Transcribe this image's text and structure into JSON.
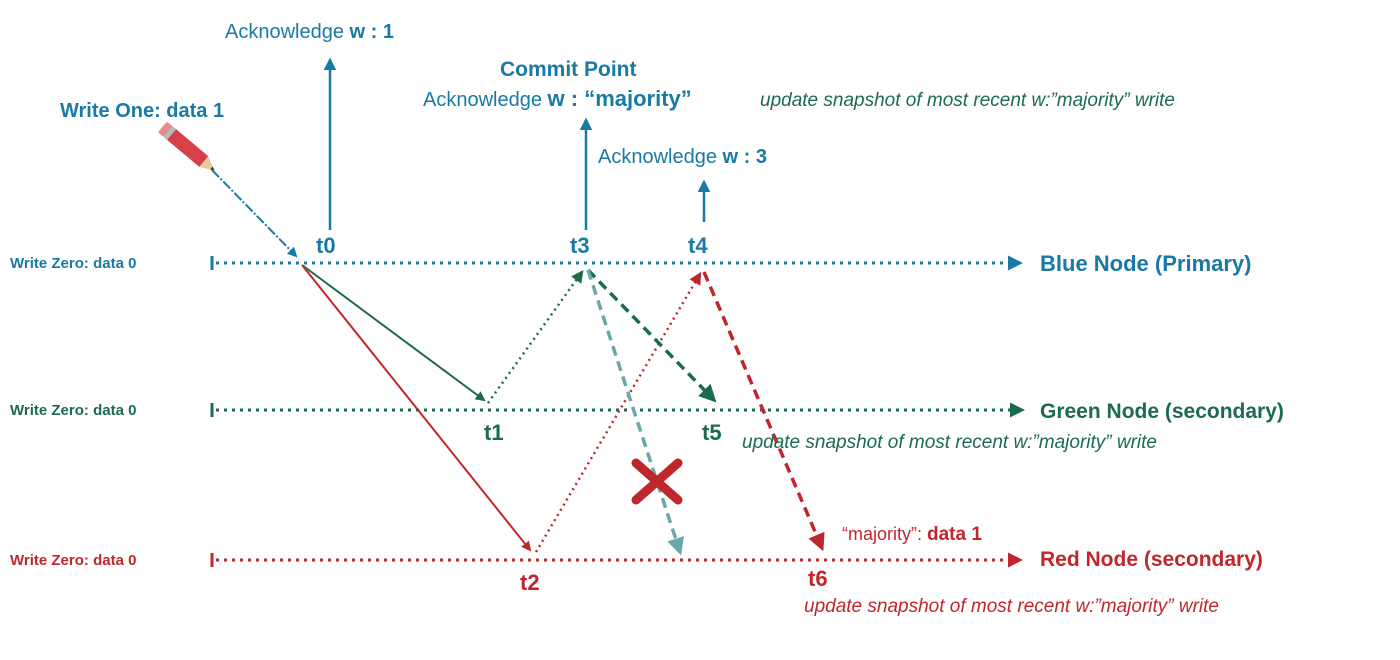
{
  "colors": {
    "blue": "#1a7aa6",
    "green": "#1c6b4f",
    "red": "#c0272d",
    "teal_dashed": "#6aa9a9"
  },
  "icons": {
    "pencil": "pencil-icon",
    "cross": "cross-icon"
  },
  "top": {
    "ack_w1_prefix": "Acknowledge ",
    "ack_w1_bold": "w : 1",
    "commit_point": "Commit Point",
    "ack_majority_prefix": "Acknowledge ",
    "ack_majority_bold": "w : “majority”",
    "ack_majority_note": "update snapshot of most recent w:”majority” write",
    "ack_w3_prefix": "Acknowledge ",
    "ack_w3_bold": "w : 3",
    "write_one": "Write One: data 1"
  },
  "nodes": {
    "blue": {
      "start_label": "Write Zero: data 0",
      "name": "Blue Node (Primary)"
    },
    "green": {
      "start_label": "Write Zero: data 0",
      "name": "Green Node (secondary)"
    },
    "red": {
      "start_label": "Write Zero: data 0",
      "name": "Red Node (secondary)"
    }
  },
  "times": {
    "t0": "t0",
    "t1": "t1",
    "t2": "t2",
    "t3": "t3",
    "t4": "t4",
    "t5": "t5",
    "t6": "t6"
  },
  "notes": {
    "green_snapshot": "update snapshot of most recent w:”majority” write",
    "red_majority_prefix": "“majority”: ",
    "red_majority_bold": "data 1",
    "red_snapshot": "update snapshot of most recent w:”majority” write"
  }
}
